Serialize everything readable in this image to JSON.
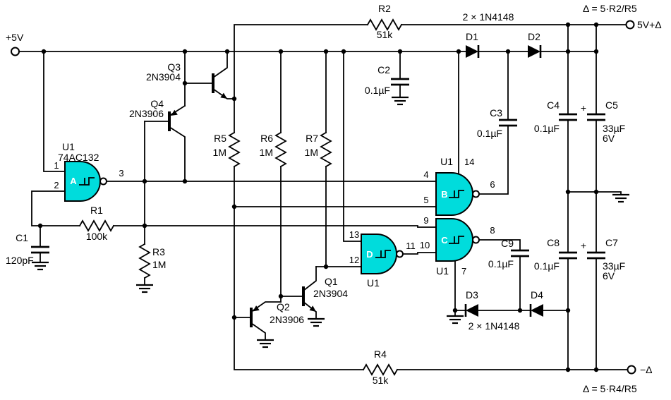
{
  "schematic": {
    "power": {
      "vcc": "+5V",
      "vpos_label": "5V+Δ",
      "vneg_label": "−Δ",
      "formula_pos": "Δ = 5·R2/R5",
      "formula_neg": "Δ = 5·R4/R5"
    },
    "ic": {
      "ref": "U1",
      "part": "74AC132"
    },
    "gates": {
      "a": {
        "letter": "A",
        "pin_in1": "1",
        "pin_in2": "2",
        "pin_out": "3"
      },
      "b": {
        "letter": "B",
        "ref": "U1",
        "pin_vcc": "14",
        "pin_in1": "4",
        "pin_in2": "5",
        "pin_out": "6"
      },
      "c": {
        "letter": "C",
        "ref": "U1",
        "pin_gnd": "7",
        "pin_in1": "9",
        "pin_in2": "10",
        "pin_out": "8"
      },
      "d": {
        "letter": "D",
        "ref": "U1",
        "pin_in1": "13",
        "pin_in2": "12",
        "pin_out": "11"
      }
    },
    "resistors": {
      "r1": {
        "ref": "R1",
        "value": "100k"
      },
      "r2": {
        "ref": "R2",
        "value": "51k"
      },
      "r3": {
        "ref": "R3",
        "value": "1M"
      },
      "r4": {
        "ref": "R4",
        "value": "51k"
      },
      "r5": {
        "ref": "R5",
        "value": "1M"
      },
      "r6": {
        "ref": "R6",
        "value": "1M"
      },
      "r7": {
        "ref": "R7",
        "value": "1M"
      }
    },
    "capacitors": {
      "c1": {
        "ref": "C1",
        "value": "120pF"
      },
      "c2": {
        "ref": "C2",
        "value": "0.1µF"
      },
      "c3": {
        "ref": "C3",
        "value": "0.1µF"
      },
      "c4": {
        "ref": "C4",
        "value": "0.1µF"
      },
      "c5": {
        "ref": "C5",
        "value": "33µF",
        "rating": "6V",
        "polarity": "+"
      },
      "c7": {
        "ref": "C7",
        "value": "33µF",
        "rating": "6V",
        "polarity": "+"
      },
      "c8": {
        "ref": "C8",
        "value": "0.1µF"
      },
      "c9": {
        "ref": "C9",
        "value": "0.1µF"
      }
    },
    "diodes": {
      "d1": {
        "ref": "D1"
      },
      "d2": {
        "ref": "D2"
      },
      "d3": {
        "ref": "D3"
      },
      "d4": {
        "ref": "D4"
      },
      "pair_top": "2 × 1N4148",
      "pair_bottom": "2 × 1N4148"
    },
    "transistors": {
      "q1": {
        "ref": "Q1",
        "part": "2N3904"
      },
      "q2": {
        "ref": "Q2",
        "part": "2N3906"
      },
      "q3": {
        "ref": "Q3",
        "part": "2N3904"
      },
      "q4": {
        "ref": "Q4",
        "part": "2N3906"
      }
    },
    "colors": {
      "gate_fill": "#00dcdc",
      "wire": "#000000",
      "background": "#ffffff"
    }
  }
}
